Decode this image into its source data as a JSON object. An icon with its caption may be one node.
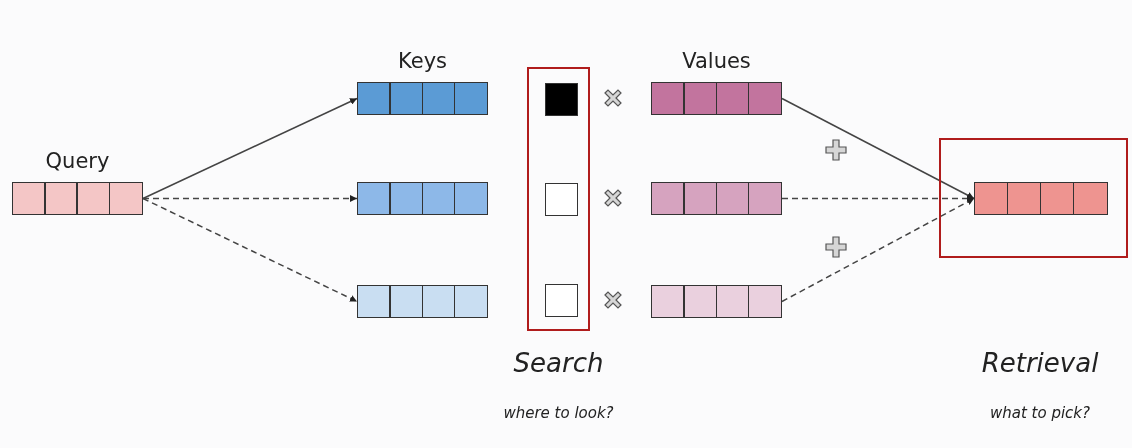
{
  "diagram": {
    "nodes": [
      {
        "text": [
          "Query"
        ]
      },
      {
        "text": [
          "Keys"
        ]
      },
      {
        "text": [],
        "shape": "bar"
      },
      {
        "text": [],
        "shape": "bar"
      },
      {
        "text": [],
        "shape": "box",
        "beside": [
          "Search",
          "where to look?"
        ]
      },
      {
        "text": [],
        "shape": "box",
        "in": 4
      },
      {
        "text": [],
        "shape": "box",
        "in": 4
      },
      {
        "text": [],
        "shape": "box",
        "in": 4
      },
      {
        "text": [
          "Values"
        ]
      },
      {
        "text": [],
        "shape": "bar"
      },
      {
        "text": [],
        "shape": "bar"
      },
      {
        "text": [],
        "shape": "box",
        "beside": [
          "Retrieval",
          "what to pick?"
        ]
      },
      {
        "text": [],
        "shape": "bar",
        "in": 11
      }
    ],
    "edges": [
      {
        "from": 0,
        "to": 1,
        "arrow": "to"
      },
      {
        "from": 0,
        "to": 2,
        "arrow": "to",
        "style": "dashed"
      },
      {
        "from": 0,
        "to": 3,
        "arrow": "to",
        "style": "dashed"
      },
      {
        "from": 8,
        "to": 12,
        "arrow": "to"
      },
      {
        "from": 9,
        "to": 12,
        "arrow": "to",
        "style": "dashed"
      },
      {
        "from": 10,
        "to": 12,
        "arrow": "to",
        "style": "dashed"
      }
    ]
  }
}
